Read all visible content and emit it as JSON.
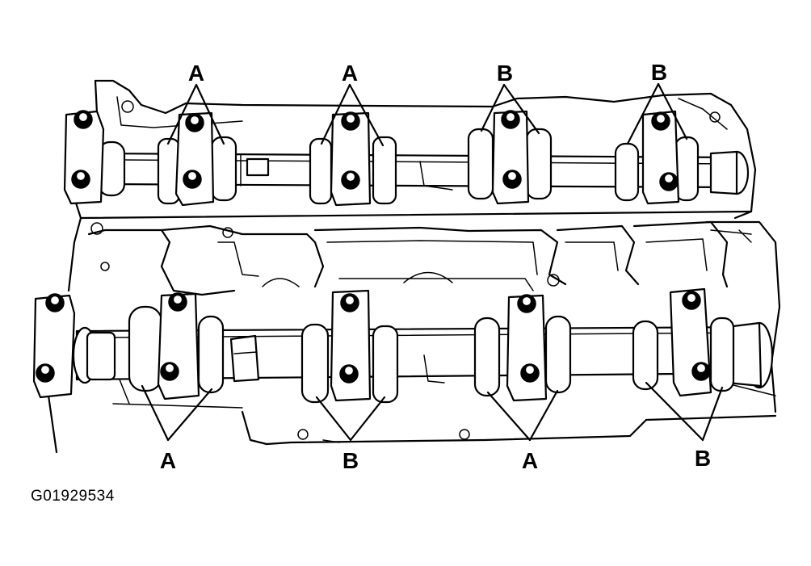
{
  "callouts": {
    "top_1": "A",
    "top_2": "A",
    "top_3": "B",
    "top_4": "B",
    "bottom_1": "A",
    "bottom_2": "B",
    "bottom_3": "A",
    "bottom_4": "B"
  },
  "figure_code": "G01929534"
}
